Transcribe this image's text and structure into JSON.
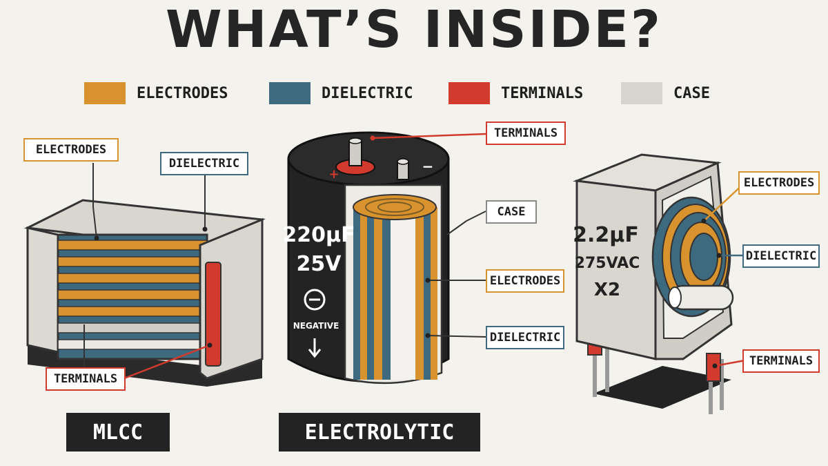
{
  "title": "WHAT’S INSIDE?",
  "legend": [
    {
      "label": "ELECTRODES",
      "color": "#d9932e"
    },
    {
      "label": "DIELECTRIC",
      "color": "#3e6a80"
    },
    {
      "label": "TERMINALS",
      "color": "#d23a2e"
    },
    {
      "label": "CASE",
      "color": "#d6d4cc"
    }
  ],
  "mlcc": {
    "name": "MLCC",
    "callouts": {
      "electrodes": "ELECTRODES",
      "dielectric": "DIELECTRIC",
      "terminals": "TERMINALS"
    }
  },
  "electrolytic": {
    "name": "ELECTROLYTIC",
    "capacitance": "220µF",
    "voltage": "25V",
    "polarity_text": "NEGATIVE",
    "plus_sign": "+",
    "minus_sign": "−",
    "callouts": {
      "terminals": "TERMINALS",
      "case": "CASE",
      "electrodes": "ELECTRODES",
      "dielectric": "DIELECTRIC"
    }
  },
  "film": {
    "capacitance": "2.2µF",
    "voltage": "275VAC",
    "class": "X2",
    "callouts": {
      "electrodes": "ELECTRODES",
      "dielectric": "DIELECTRIC",
      "terminals": "TERMINALS"
    }
  }
}
